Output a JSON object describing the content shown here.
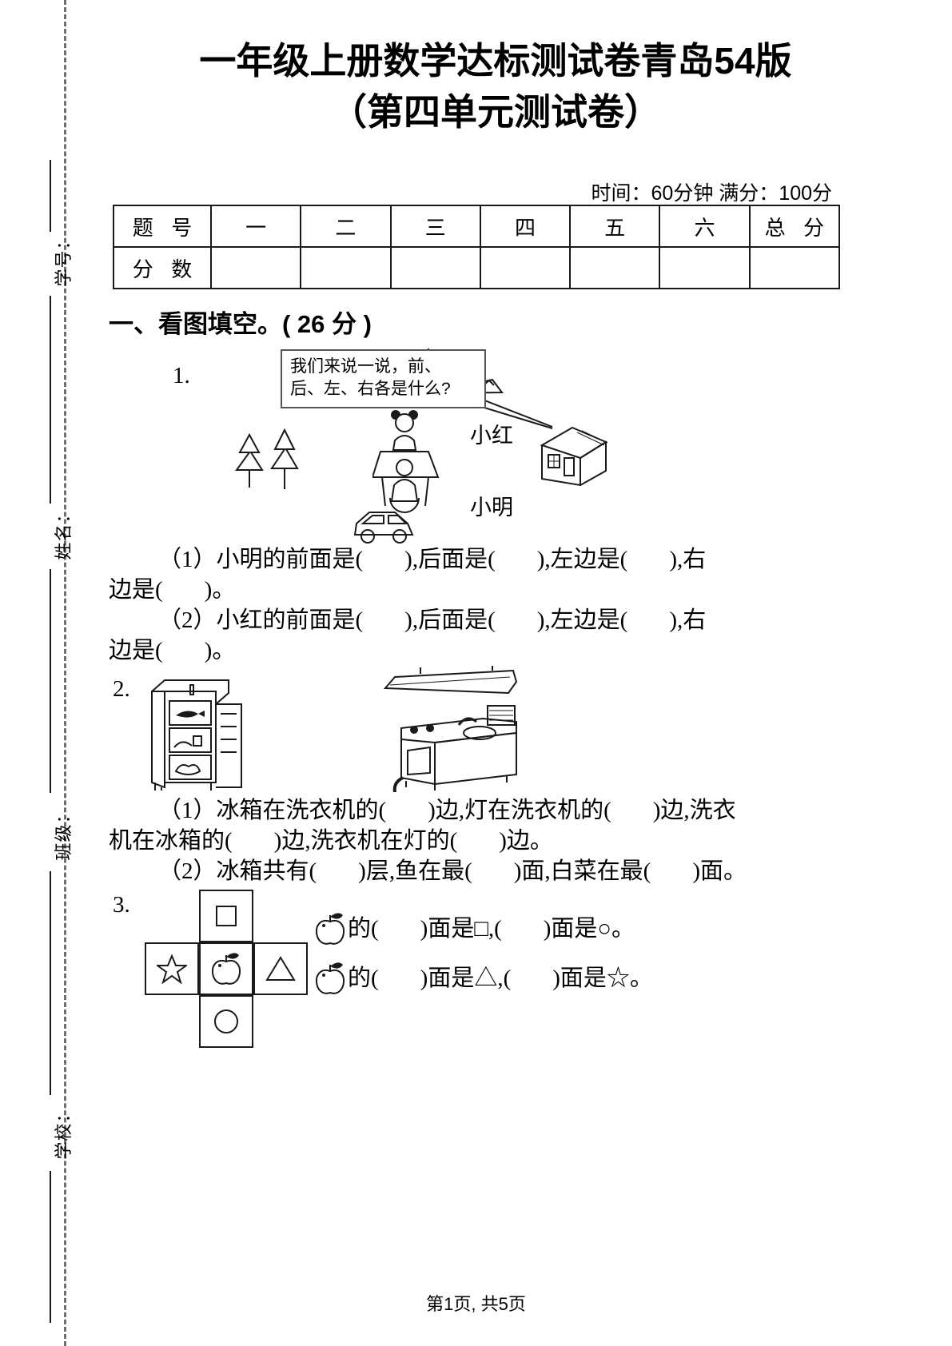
{
  "document": {
    "title_line1": "一年级上册数学达标测试卷青岛54版",
    "title_line2": "（第四单元测试卷）",
    "meta": "时间：60分钟  满分：100分",
    "footer": "第1页, 共5页"
  },
  "sidebar": {
    "labels": [
      "学号：",
      "姓名：",
      "班级：",
      "学校："
    ]
  },
  "score_table": {
    "row1": [
      "题 号",
      "一",
      "二",
      "三",
      "四",
      "五",
      "六",
      "总 分"
    ],
    "row2": [
      "分 数",
      "",
      "",
      "",
      "",
      "",
      "",
      ""
    ]
  },
  "section1": {
    "heading": "一、看图填空。( 26 分 )",
    "q1": {
      "number": "1.",
      "bubble_line1": "我们来说一说，前、",
      "bubble_line2": "后、左、右各是什么?",
      "label_xiaohong": "小红",
      "label_xiaoming": "小明",
      "t1a": "（1）小明的前面是(",
      "t1b": "),后面是(",
      "t1c": "),左边是(",
      "t1d": "),右",
      "t1e": "边是(",
      "t1f": ")。",
      "t2a": "（2）小红的前面是(",
      "t2b": "),后面是(",
      "t2c": "),左边是(",
      "t2d": "),右",
      "t2e": "边是(",
      "t2f": ")。"
    },
    "q2": {
      "number": "2.",
      "t1a": "（1）冰箱在洗衣机的(",
      "t1b": ")边,灯在洗衣机的(",
      "t1c": ")边,洗衣",
      "t1d": "机在冰箱的(",
      "t1e": ")边,洗衣机在灯的(",
      "t1f": ")边。",
      "t2a": "（2）冰箱共有(",
      "t2b": ")层,鱼在最(",
      "t2c": ")面,白菜在最(",
      "t2d": ")面。"
    },
    "q3": {
      "number": "3.",
      "net_top": "square",
      "net_left": "star",
      "net_center": "apple",
      "net_right": "triangle",
      "net_bottom": "circle",
      "r1a": "的(",
      "r1b": ")面是□,(",
      "r1c": ")面是○。",
      "r2a": "的(",
      "r2b": ")面是△,(",
      "r2c": ")面是☆。"
    }
  }
}
